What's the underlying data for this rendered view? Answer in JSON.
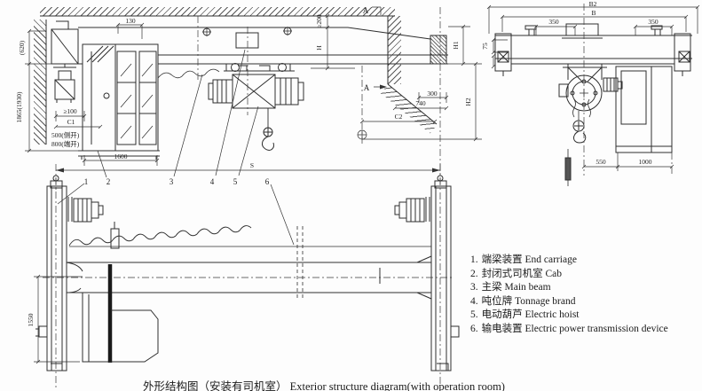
{
  "drawing": {
    "caption": "外形结构图（安装有司机室） Exterior structure diagram(with operation room)",
    "legend": [
      {
        "num": "1.",
        "label": "端梁装置 End carriage"
      },
      {
        "num": "2.",
        "label": "封闭式司机室 Cab"
      },
      {
        "num": "3.",
        "label": "主梁 Main beam"
      },
      {
        "num": "4.",
        "label": "吨位牌 Tonnage brand"
      },
      {
        "num": "5.",
        "label": "电动葫芦 Electric hoist"
      },
      {
        "num": "6.",
        "label": "输电装置 Electric power transmission device"
      }
    ],
    "callouts": [
      "1",
      "2",
      "3",
      "4",
      "5",
      "6"
    ],
    "main_view_dims": {
      "gap_130": "130",
      "clearance_620": "(620)",
      "cab_height": "1865(1930)",
      "min_100": "≥100",
      "c1": "C1",
      "side_opening": "500(侧开)",
      "end_opening": "800(端开)",
      "cab_width": "1600",
      "min_200": "≥200",
      "beam_height": "H",
      "dist_300": "300",
      "dist_740": "740",
      "c2": "C2",
      "h1": "H1",
      "h2": "H2",
      "span": "S",
      "section_mark": "A"
    },
    "end_view_dims": {
      "b2": "B2",
      "b": "B",
      "left_350": "350",
      "right_350": "350",
      "left_75": "75",
      "hoist_offset_550": "550",
      "cab_width_1000": "1000"
    },
    "plan_view_dims": {
      "cab_depth": "1550"
    }
  }
}
